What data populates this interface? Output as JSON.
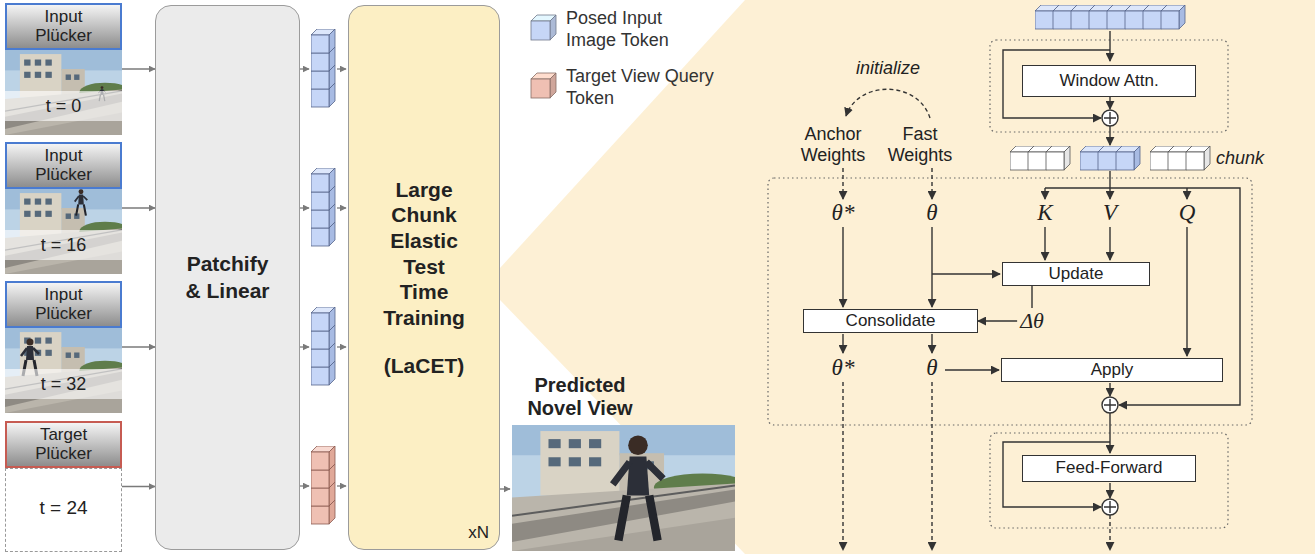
{
  "diagram": {
    "nodes": [
      {
        "text": [
          "Input Plücker",
          "t = 0"
        ]
      },
      {
        "text": [
          "Input Plücker",
          "t = 16"
        ]
      },
      {
        "text": [
          "Input Plücker",
          "t = 32"
        ]
      },
      {
        "text": [
          "Target Plücker",
          "t = 24"
        ]
      },
      {
        "text": [
          "Patchify & Linear"
        ]
      },
      {
        "text": [
          "Large Chunk Elastic Test Time Training",
          "(LaCET)",
          "xN"
        ]
      },
      {
        "text": [
          "Predicted Novel View"
        ]
      },
      {
        "text": [
          "Window Attn."
        ]
      },
      {
        "text": [
          "Update"
        ]
      },
      {
        "text": [
          "Consolidate"
        ]
      },
      {
        "text": [
          "Apply"
        ]
      },
      {
        "text": [
          "Feed-Forward"
        ]
      }
    ],
    "edges": [
      {
        "from": 0,
        "to": 4,
        "arrow": "to"
      },
      {
        "from": 1,
        "to": 4,
        "arrow": "to"
      },
      {
        "from": 2,
        "to": 4,
        "arrow": "to"
      },
      {
        "from": 3,
        "to": 4,
        "arrow": "to"
      },
      {
        "from": 5,
        "to": 6,
        "arrow": "to"
      },
      {
        "from": 8,
        "to": 9,
        "label": "Δθ",
        "arrow": "to"
      }
    ],
    "labels": [
      "initialize",
      "Anchor Weights",
      "Fast Weights",
      "chunk",
      "θ*",
      "θ",
      "K",
      "V",
      "Q",
      "θ*",
      "θ"
    ],
    "legend": [
      {
        "text": "Posed Input Image Token",
        "color": "#c6d6f7"
      },
      {
        "text": "Target View Query Token",
        "color": "#efc0b3"
      }
    ]
  }
}
